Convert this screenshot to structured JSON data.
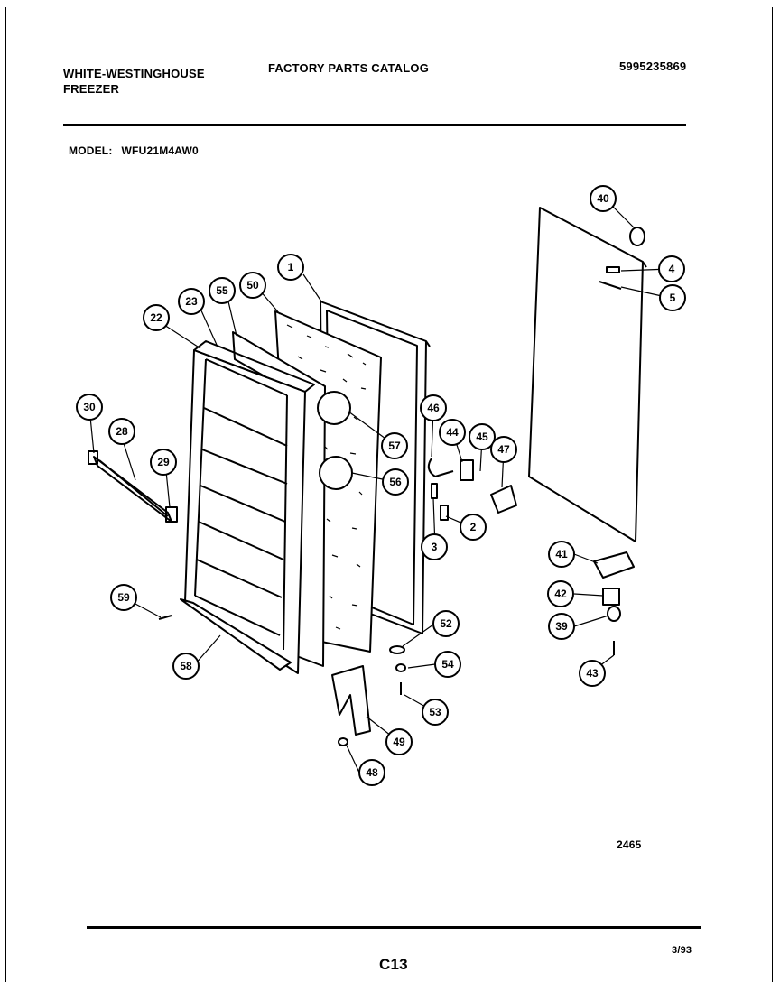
{
  "header": {
    "brand_line1": "WHITE-WESTINGHOUSE",
    "brand_line2": "FREEZER",
    "catalog_title": "FACTORY PARTS CATALOG",
    "doc_number": "5995235869"
  },
  "model": {
    "label": "MODEL:",
    "value": "WFU21M4AW0"
  },
  "diagram": {
    "callouts": [
      "1",
      "2",
      "3",
      "4",
      "5",
      "22",
      "23",
      "28",
      "29",
      "30",
      "39",
      "40",
      "41",
      "42",
      "43",
      "44",
      "45",
      "46",
      "47",
      "48",
      "49",
      "50",
      "52",
      "53",
      "54",
      "55",
      "56",
      "57",
      "58",
      "59"
    ]
  },
  "footer": {
    "code": "2465",
    "page": "C13",
    "date": "3/93"
  }
}
